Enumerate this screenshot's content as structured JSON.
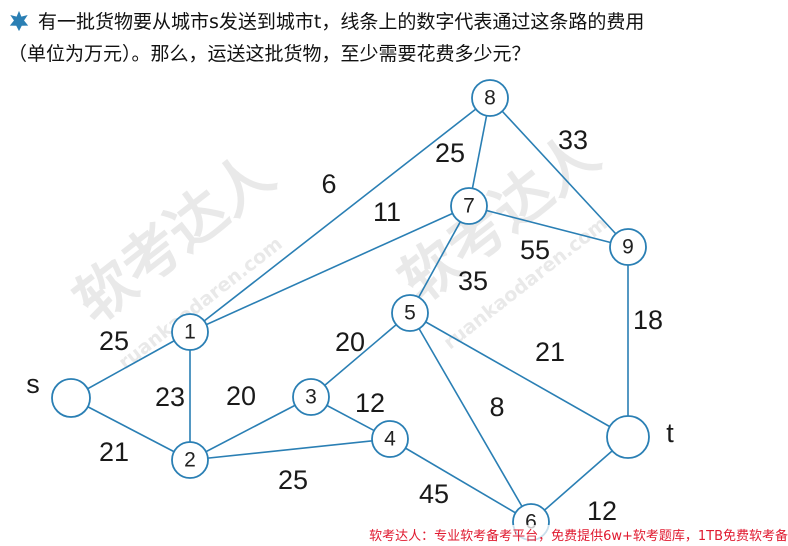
{
  "question": {
    "line1": "有一批货物要从城市s发送到城市t，线条上的数字代表通过这条路的费用",
    "line2": "（单位为万元）。那么，运送这批货物，至少需要花费多少元？",
    "icon": "star-icon",
    "icon_color": "#2a7fb4"
  },
  "graph": {
    "edge_color": "#2a7fb4",
    "nodes": [
      {
        "id": "s",
        "label": "s"
      },
      {
        "id": "1",
        "label": "1"
      },
      {
        "id": "2",
        "label": "2"
      },
      {
        "id": "3",
        "label": "3"
      },
      {
        "id": "4",
        "label": "4"
      },
      {
        "id": "5",
        "label": "5"
      },
      {
        "id": "6",
        "label": "6"
      },
      {
        "id": "7",
        "label": "7"
      },
      {
        "id": "8",
        "label": "8"
      },
      {
        "id": "9",
        "label": "9"
      },
      {
        "id": "t",
        "label": "t"
      }
    ],
    "edges": [
      {
        "from": "s",
        "to": "1",
        "weight": "25"
      },
      {
        "from": "s",
        "to": "2",
        "weight": "21"
      },
      {
        "from": "1",
        "to": "2",
        "weight": "23"
      },
      {
        "from": "1",
        "to": "8",
        "weight": "6"
      },
      {
        "from": "1",
        "to": "7",
        "weight": "11"
      },
      {
        "from": "2",
        "to": "3",
        "weight": "20"
      },
      {
        "from": "2",
        "to": "4",
        "weight": "25"
      },
      {
        "from": "3",
        "to": "5",
        "weight": "20"
      },
      {
        "from": "3",
        "to": "4",
        "weight": "12"
      },
      {
        "from": "4",
        "to": "6",
        "weight": "45"
      },
      {
        "from": "5",
        "to": "7",
        "weight": "35"
      },
      {
        "from": "5",
        "to": "6",
        "weight": "8"
      },
      {
        "from": "5",
        "to": "t",
        "weight": "21"
      },
      {
        "from": "7",
        "to": "9",
        "weight": "55"
      },
      {
        "from": "8",
        "to": "9",
        "weight": "33"
      },
      {
        "from": "8",
        "to": "7",
        "weight": "25"
      },
      {
        "from": "9",
        "to": "t",
        "weight": "18"
      },
      {
        "from": "6",
        "to": "t",
        "weight": "12"
      }
    ]
  },
  "watermark": {
    "text": "软考达人",
    "domain": "ruankaodaren.com"
  },
  "footer": "软考达人：专业软考备考平台，免费提供6w+软考题库，1TB免费软考备"
}
